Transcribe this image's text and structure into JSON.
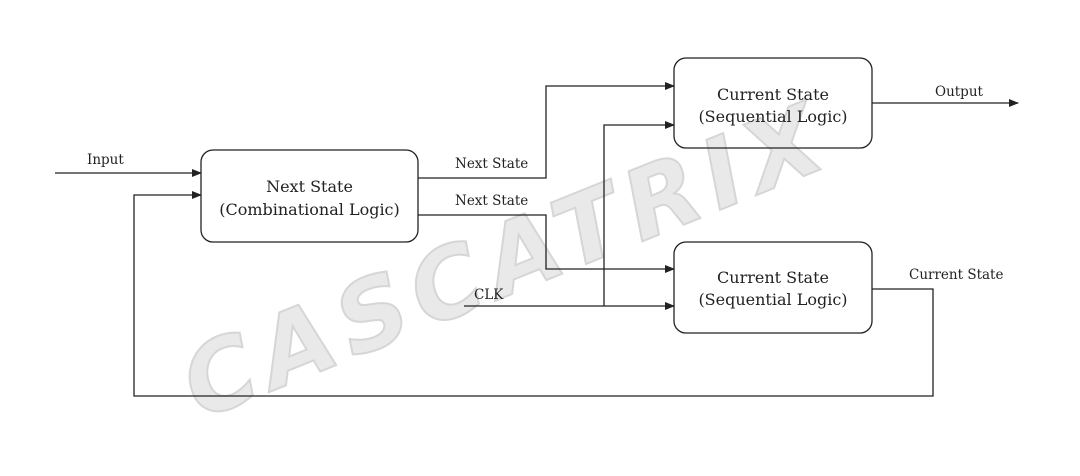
{
  "watermark": {
    "text": "CASCATRIX"
  },
  "blocks": {
    "next_state": {
      "line1": "Next State",
      "line2": "(Combinational Logic)"
    },
    "output_register": {
      "line1": "Current State",
      "line2": "(Sequential Logic)"
    },
    "state_register": {
      "line1": "Current State",
      "line2": "(Sequential Logic)"
    }
  },
  "signals": {
    "input": "Input",
    "next_state_upper": "Next State",
    "next_state_lower": "Next State",
    "clk": "CLK",
    "output": "Output",
    "current_state": "Current State"
  },
  "colors": {
    "stroke": "#222222",
    "watermark": "#e9e9e9"
  }
}
